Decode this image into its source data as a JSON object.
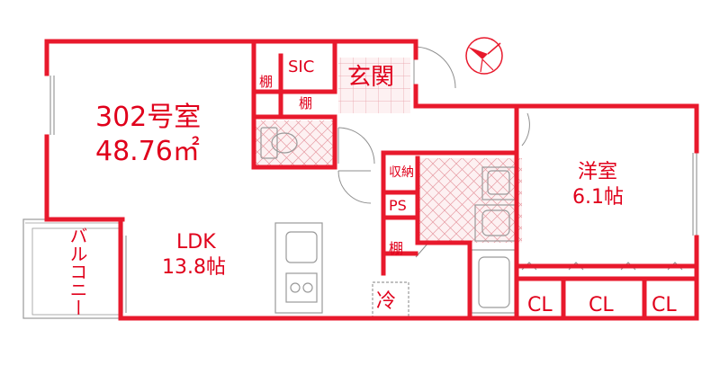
{
  "colors": {
    "wall": "#e8192c",
    "label": "#e0001b",
    "fixture": "#9a9a9a",
    "tile_line": "#e79aa2",
    "tile_fill": "#fdf1f2",
    "door": "#8f8f8f"
  },
  "icons": {
    "compass": "north-arrow-icon"
  },
  "rooms": {
    "unit_number": "302号室",
    "unit_area": "48.76㎡",
    "ldk_name": "LDK",
    "ldk_size": "13.8帖",
    "western_name": "洋室",
    "western_size": "6.1帖",
    "entrance": "玄関",
    "sic": "SIC",
    "shelf_a": "棚",
    "shelf_b": "棚",
    "shelf_c": "棚",
    "storage": "収納",
    "ps": "PS",
    "fridge": "冷",
    "balcony": "バルコニー",
    "closet_1": "CL",
    "closet_2": "CL",
    "closet_3": "CL"
  }
}
